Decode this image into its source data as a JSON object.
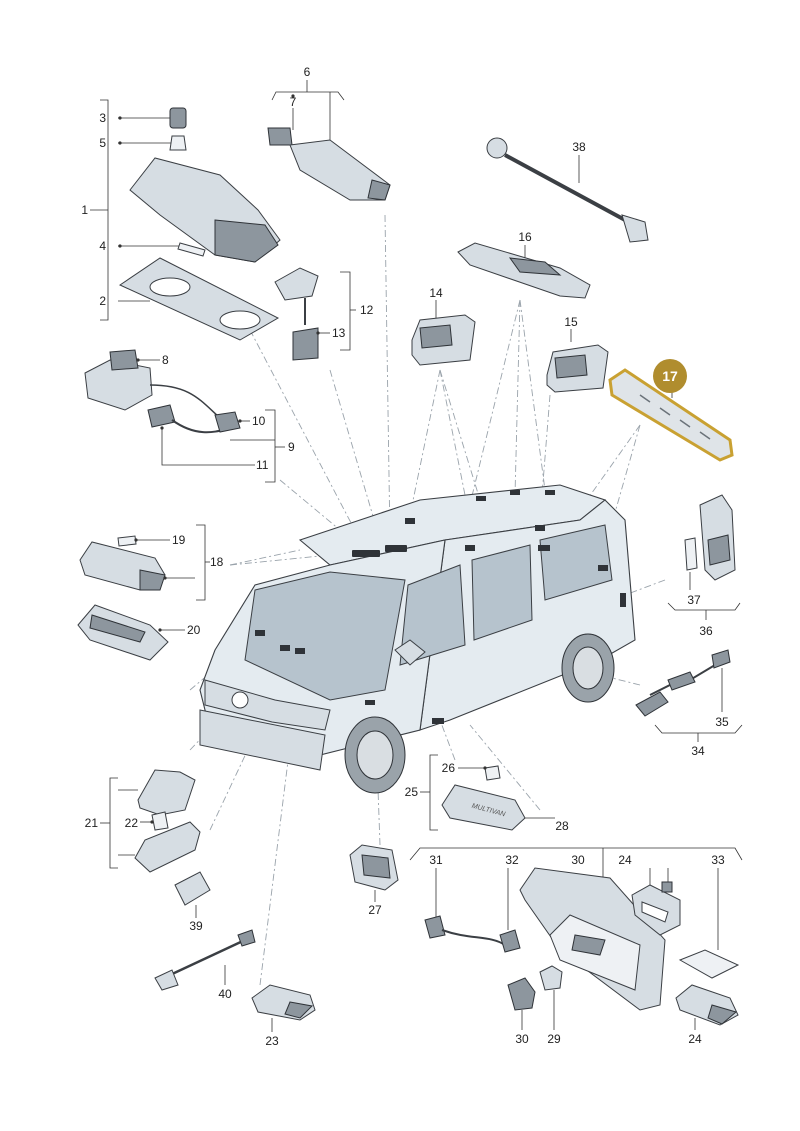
{
  "callouts": {
    "n1": "1",
    "n2": "2",
    "n3": "3",
    "n4": "4",
    "n5": "5",
    "n6": "6",
    "n7": "7",
    "n8": "8",
    "n9": "9",
    "n10": "10",
    "n11": "11",
    "n12": "12",
    "n13": "13",
    "n14": "14",
    "n15": "15",
    "n16": "16",
    "n17": "17",
    "n18": "18",
    "n19": "19",
    "n20": "20",
    "n21": "21",
    "n22": "22",
    "n23": "23",
    "n24a": "24",
    "n24b": "24",
    "n25": "25",
    "n26": "26",
    "n27": "27",
    "n28": "28",
    "n29": "29",
    "n30a": "30",
    "n30b": "30",
    "n31": "31",
    "n32": "32",
    "n33": "33",
    "n34": "34",
    "n35": "35",
    "n36": "36",
    "n37": "37",
    "n38": "38",
    "n39": "39",
    "n40": "40"
  },
  "highlight": {
    "label": "17",
    "color": "#b08d2e"
  },
  "colors": {
    "part": "#d6dde3",
    "outline": "#3b3f44",
    "leader": "#9aa3ab"
  },
  "badge_text": "MULTIVAN"
}
